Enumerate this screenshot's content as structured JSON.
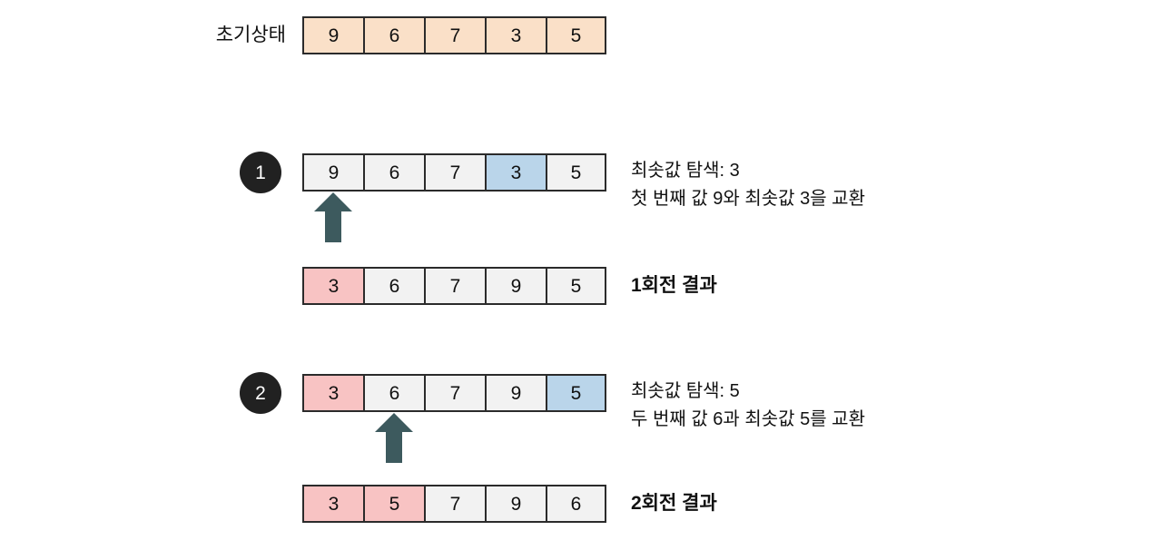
{
  "diagram": {
    "title_label": "초기상태",
    "colors": {
      "peach": "#fae0c8",
      "blue": "#bad5ea",
      "pink": "#f8c3c3",
      "plain": "#f2f2f2",
      "border": "#2b2b2b",
      "badge": "#212121",
      "arrow": "#3d5a5e",
      "text": "#111111"
    },
    "initial": {
      "label": "초기상태",
      "cells": [
        {
          "value": "9",
          "fill": "peach"
        },
        {
          "value": "6",
          "fill": "peach"
        },
        {
          "value": "7",
          "fill": "peach"
        },
        {
          "value": "3",
          "fill": "peach"
        },
        {
          "value": "5",
          "fill": "peach"
        }
      ]
    },
    "steps": [
      {
        "badge": "1",
        "cells": [
          {
            "value": "9",
            "fill": "plain"
          },
          {
            "value": "6",
            "fill": "plain"
          },
          {
            "value": "7",
            "fill": "plain"
          },
          {
            "value": "3",
            "fill": "blue"
          },
          {
            "value": "5",
            "fill": "plain"
          }
        ],
        "arrow_index": 0,
        "desc_line1": "최솟값 탐색: 3",
        "desc_line2": "첫 번째 값 9와 최솟값 3을 교환",
        "result": {
          "cells": [
            {
              "value": "3",
              "fill": "pink"
            },
            {
              "value": "6",
              "fill": "plain"
            },
            {
              "value": "7",
              "fill": "plain"
            },
            {
              "value": "9",
              "fill": "plain"
            },
            {
              "value": "5",
              "fill": "plain"
            }
          ],
          "label": "1회전 결과"
        }
      },
      {
        "badge": "2",
        "cells": [
          {
            "value": "3",
            "fill": "pink"
          },
          {
            "value": "6",
            "fill": "plain"
          },
          {
            "value": "7",
            "fill": "plain"
          },
          {
            "value": "9",
            "fill": "plain"
          },
          {
            "value": "5",
            "fill": "blue"
          }
        ],
        "arrow_index": 1,
        "desc_line1": "최솟값 탐색: 5",
        "desc_line2": "두 번째 값 6과 최솟값 5를 교환",
        "result": {
          "cells": [
            {
              "value": "3",
              "fill": "pink"
            },
            {
              "value": "5",
              "fill": "pink"
            },
            {
              "value": "7",
              "fill": "plain"
            },
            {
              "value": "9",
              "fill": "plain"
            },
            {
              "value": "6",
              "fill": "plain"
            }
          ],
          "label": "2회전 결과"
        }
      }
    ]
  }
}
